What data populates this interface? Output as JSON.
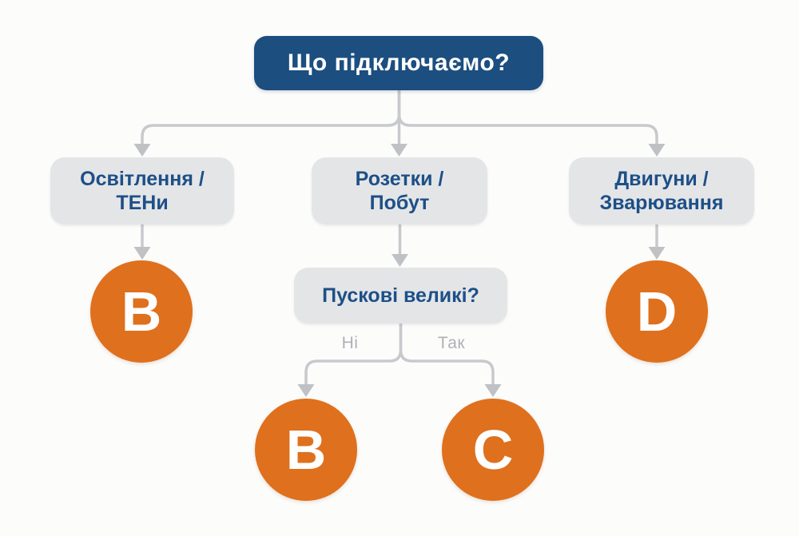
{
  "colors": {
    "root_box_blue": "#1C4E80",
    "result_circle_orange": "#DF701D",
    "option_box_gray": "#E4E5E7",
    "connector_gray": "#C7C9CD",
    "edge_label_gray": "#AFB1B6",
    "box_text_blue": "#1D4F87",
    "background": "#FCFCFB"
  },
  "root": {
    "label": "Що підключаємо?"
  },
  "branch_boxes": {
    "left": {
      "line1": "Освітлення /",
      "line2": "ТЕНи"
    },
    "middle": {
      "line1": "Розетки /",
      "line2": "Побут"
    },
    "right": {
      "line1": "Двигуни /",
      "line2": "Зварювання"
    }
  },
  "question_box": {
    "label": "Пускові великі?"
  },
  "edge_labels": {
    "no": "Ні",
    "yes": "Так"
  },
  "results": {
    "lighting_heaters": "B",
    "motors_welding": "D",
    "sockets_no_inrush": "B",
    "sockets_yes_inrush": "C"
  }
}
